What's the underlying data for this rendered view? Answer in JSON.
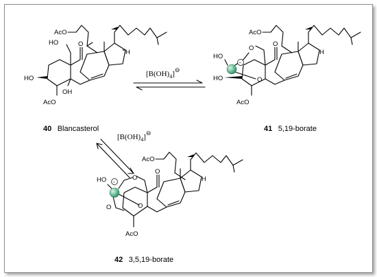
{
  "compounds": {
    "c40": {
      "number": "40",
      "name": "Blancasterol"
    },
    "c41": {
      "number": "41",
      "name": "5,19-borate"
    },
    "c42": {
      "number": "42",
      "name": "3,5,19-borate"
    }
  },
  "reagent": {
    "text": "[B(OH)",
    "sub": "4",
    "charge": "⊖"
  },
  "atoms": {
    "aco": "AcO",
    "ho": "HO",
    "oh": "OH",
    "o": "O",
    "h": "H"
  },
  "colors": {
    "boron": "#6fbf9b",
    "frame": "#8a8a8a"
  }
}
